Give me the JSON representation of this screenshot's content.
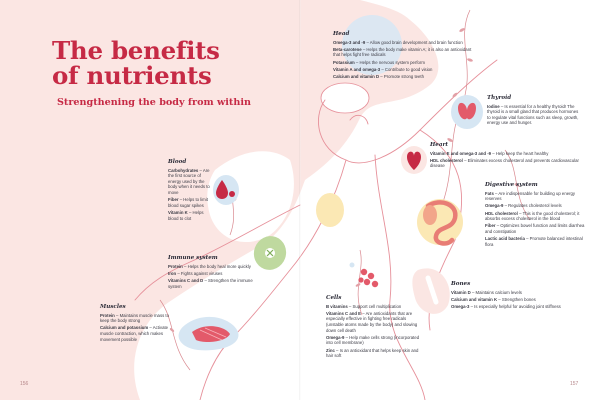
{
  "title": "The benefits\nof nutrients",
  "subtitle": "Strengthening the body from within",
  "colors": {
    "accent": "#c62a45",
    "background": "#fbe6e3",
    "body": "#ffffff",
    "line": "#e6909a"
  },
  "icons": [
    "brain-icon",
    "thyroid-icon",
    "heart-icon",
    "digestive-system-icon",
    "bone-icon",
    "cells-icon",
    "muscle-icon",
    "immune-cell-icon",
    "blood-drop-icon"
  ],
  "sections": {
    "head": {
      "heading": "Head",
      "items": [
        {
          "term": "Omega-3 and -9",
          "text": " – Allow good brain development and brain function"
        },
        {
          "term": "Beta-carotene",
          "text": " – Helps the body make vitamin A; it is also an antioxidant that helps fight free radicals"
        },
        {
          "term": "Potassium",
          "text": " – Helps the nervous system perform"
        },
        {
          "term": "Vitamin A and omega-3",
          "text": " – Contribute to good vision"
        },
        {
          "term": "Calcium and vitamin D",
          "text": " – Promote strong teeth"
        }
      ]
    },
    "thyroid": {
      "heading": "Thyroid",
      "items": [
        {
          "term": "Iodine",
          "text": " – Is essential for a healthy thyroid! The thyroid is a small gland that produces hormones to regulate vital functions such as sleep, growth, energy use and hunger."
        }
      ]
    },
    "heart": {
      "heading": "Heart",
      "items": [
        {
          "term": "Vitamin E and omega-3 and -9",
          "text": " – Help keep the heart healthy"
        },
        {
          "term": "HDL cholesterol",
          "text": " – Eliminates excess cholesterol and prevents cardiovascular disease"
        }
      ]
    },
    "digestive": {
      "heading": "Digestive system",
      "items": [
        {
          "term": "Fats",
          "text": " – Are indispensable for building up energy reserves"
        },
        {
          "term": "Omega-9",
          "text": " – Regulates cholesterol levels"
        },
        {
          "term": "HDL cholesterol",
          "text": " – This is the good cholesterol; it absorbs excess cholesterol in the blood"
        },
        {
          "term": "Fiber",
          "text": " – Optimizes bowel function and limits diarrhea and constipation"
        },
        {
          "term": "Lactic acid bacteria",
          "text": " – Promote balanced intestinal flora"
        }
      ]
    },
    "bones": {
      "heading": "Bones",
      "items": [
        {
          "term": "Vitamin D",
          "text": " – Maintains calcium levels"
        },
        {
          "term": "Calcium and vitamin K",
          "text": " – Strengthen bones"
        },
        {
          "term": "Omega-3",
          "text": " – Is especially helpful for avoiding joint stiffness"
        }
      ]
    },
    "cells": {
      "heading": "Cells",
      "items": [
        {
          "term": "B vitamins",
          "text": " – Support cell multiplication"
        },
        {
          "term": "Vitamins C and E",
          "text": " – Are antioxidants that are especially effective in fighting free radicals (unstable atoms made by the body) and slowing down cell death"
        },
        {
          "term": "Omega-9",
          "text": " – Help make cells strong (incorporated into cell membrane)"
        },
        {
          "term": "Zinc",
          "text": " – Is an antioxidant that helps keep skin and hair soft"
        }
      ]
    },
    "muscles": {
      "heading": "Muscles",
      "items": [
        {
          "term": "Protein",
          "text": " – Maintains muscle mass to keep the body strong"
        },
        {
          "term": "Calcium and potassium",
          "text": " – Activate muscle contraction, which makes movement possible"
        }
      ]
    },
    "immune": {
      "heading": "Immune system",
      "items": [
        {
          "term": "Protein",
          "text": " – Helps the body heal more quickly"
        },
        {
          "term": "Iron",
          "text": " – Fights against viruses"
        },
        {
          "term": "Vitamins C and D",
          "text": " – Strengthen the immune system"
        }
      ]
    },
    "blood": {
      "heading": "Blood",
      "items": [
        {
          "term": "Carbohydrates",
          "text": " – Are the first source of energy used by the body when it needs to move"
        },
        {
          "term": "Fiber",
          "text": " – Helps to limit blood sugar spikes"
        },
        {
          "term": "Vitamin K",
          "text": " – Helps blood to clot"
        }
      ]
    }
  },
  "page_left": "156",
  "page_right": "157"
}
